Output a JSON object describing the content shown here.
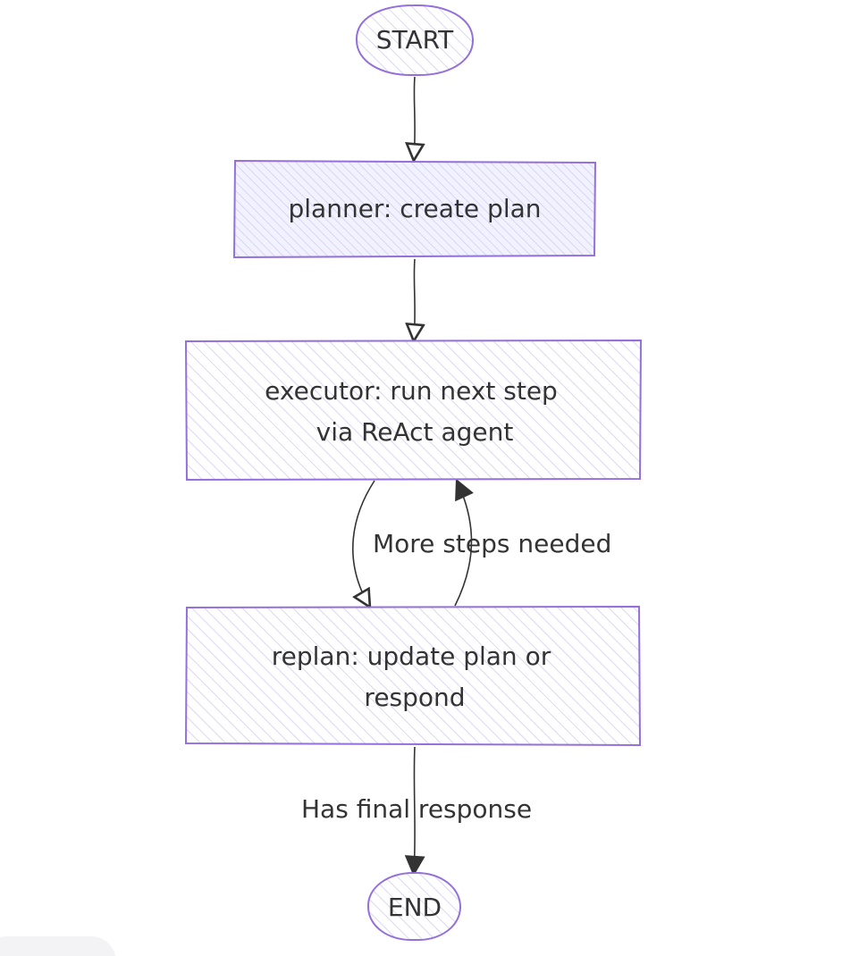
{
  "diagram": {
    "type": "flowchart",
    "colors": {
      "node_fill": "#ececff",
      "node_stroke": "#9370db",
      "edge": "#333333",
      "text": "#333333",
      "label_bg": "#ffffff"
    },
    "nodes": {
      "start": {
        "label": "START",
        "shape": "stadium"
      },
      "planner": {
        "label": "planner: create plan",
        "shape": "rectangle"
      },
      "executor": {
        "line1": "executor: run next step",
        "line2": "via ReAct agent",
        "shape": "rectangle"
      },
      "replan": {
        "line1": "replan: update plan or",
        "line2": "respond",
        "shape": "rectangle"
      },
      "end": {
        "label": "END",
        "shape": "stadium"
      }
    },
    "edges": [
      {
        "from": "start",
        "to": "planner",
        "label": ""
      },
      {
        "from": "planner",
        "to": "executor",
        "label": ""
      },
      {
        "from": "executor",
        "to": "replan",
        "label": ""
      },
      {
        "from": "replan",
        "to": "executor",
        "label": "More steps needed"
      },
      {
        "from": "replan",
        "to": "end",
        "label": "Has final response"
      }
    ]
  }
}
